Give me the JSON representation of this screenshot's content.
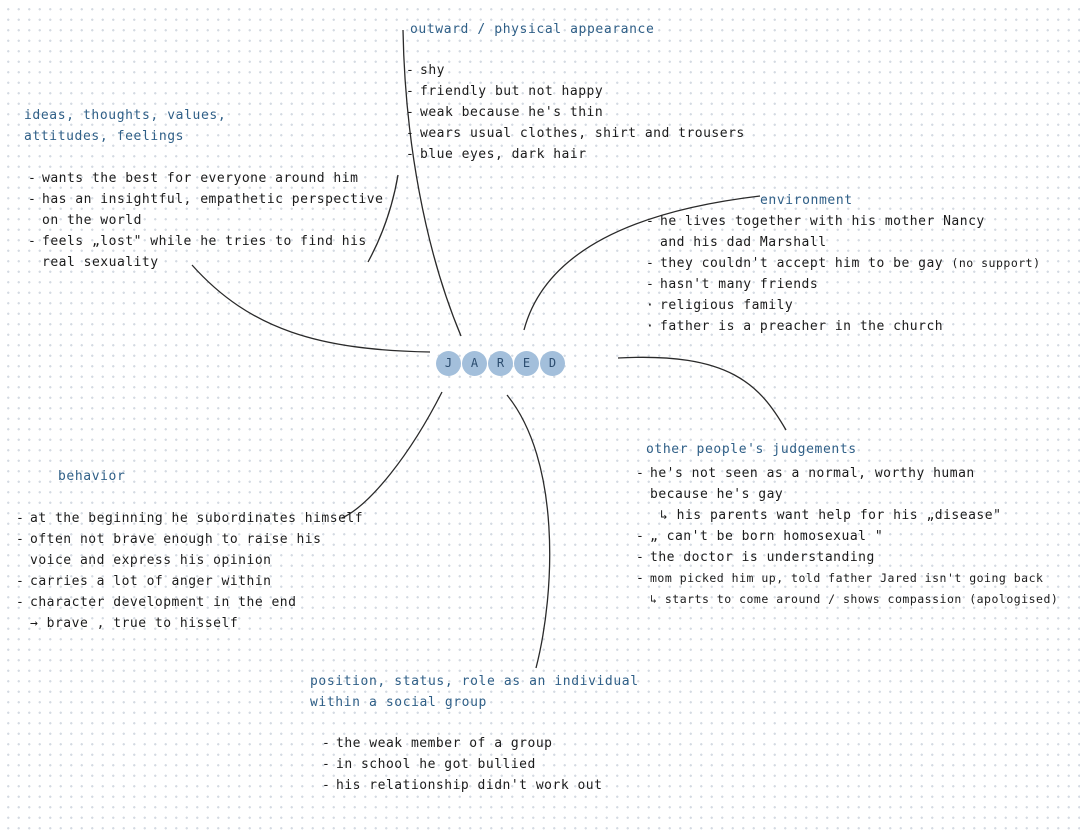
{
  "center": {
    "letters": [
      "J",
      "A",
      "R",
      "E",
      "D"
    ]
  },
  "branches": {
    "appearance": {
      "heading": "outward / physical appearance",
      "items": [
        "shy",
        "friendly but not happy",
        "weak because he's thin",
        "wears usual clothes, shirt and trousers",
        "blue eyes, dark hair"
      ]
    },
    "ideas": {
      "heading_lines": [
        "ideas, thoughts, values,",
        "attitudes, feelings"
      ],
      "items": [
        "wants the best for everyone around him",
        "has an insightful, empathetic perspective",
        "on the world",
        "feels „lost\" while he tries to find his",
        "real sexuality"
      ]
    },
    "environment": {
      "heading": "environment",
      "items": [
        "he lives together with his mother Nancy",
        "and his dad Marshall",
        "they couldn't accept him to be gay",
        "(no support)",
        "hasn't many friends",
        "religious family",
        "father is a preacher in the church"
      ]
    },
    "behavior": {
      "heading": "behavior",
      "items": [
        "at the beginning he subordinates himself",
        "often not brave enough to raise his",
        "voice and express his opinion",
        "carries a lot of anger within",
        "character development in the end",
        "→ brave , true to hisself"
      ]
    },
    "judgements": {
      "heading": "other people's judgements",
      "items": [
        "he's not seen as a normal, worthy human",
        "because he's gay",
        "↳ his parents want help for his „disease\"",
        "„ can't be born homosexual \"",
        "the doctor is understanding",
        "mom picked him up, told father Jared isn't going back",
        "↳ starts to come around / shows compassion (apologised)"
      ]
    },
    "position": {
      "heading_lines": [
        "position, status, role as an individual",
        "within a social group"
      ],
      "items": [
        "the weak member of a group",
        "in school he got bullied",
        "his relationship didn't work out"
      ]
    }
  }
}
